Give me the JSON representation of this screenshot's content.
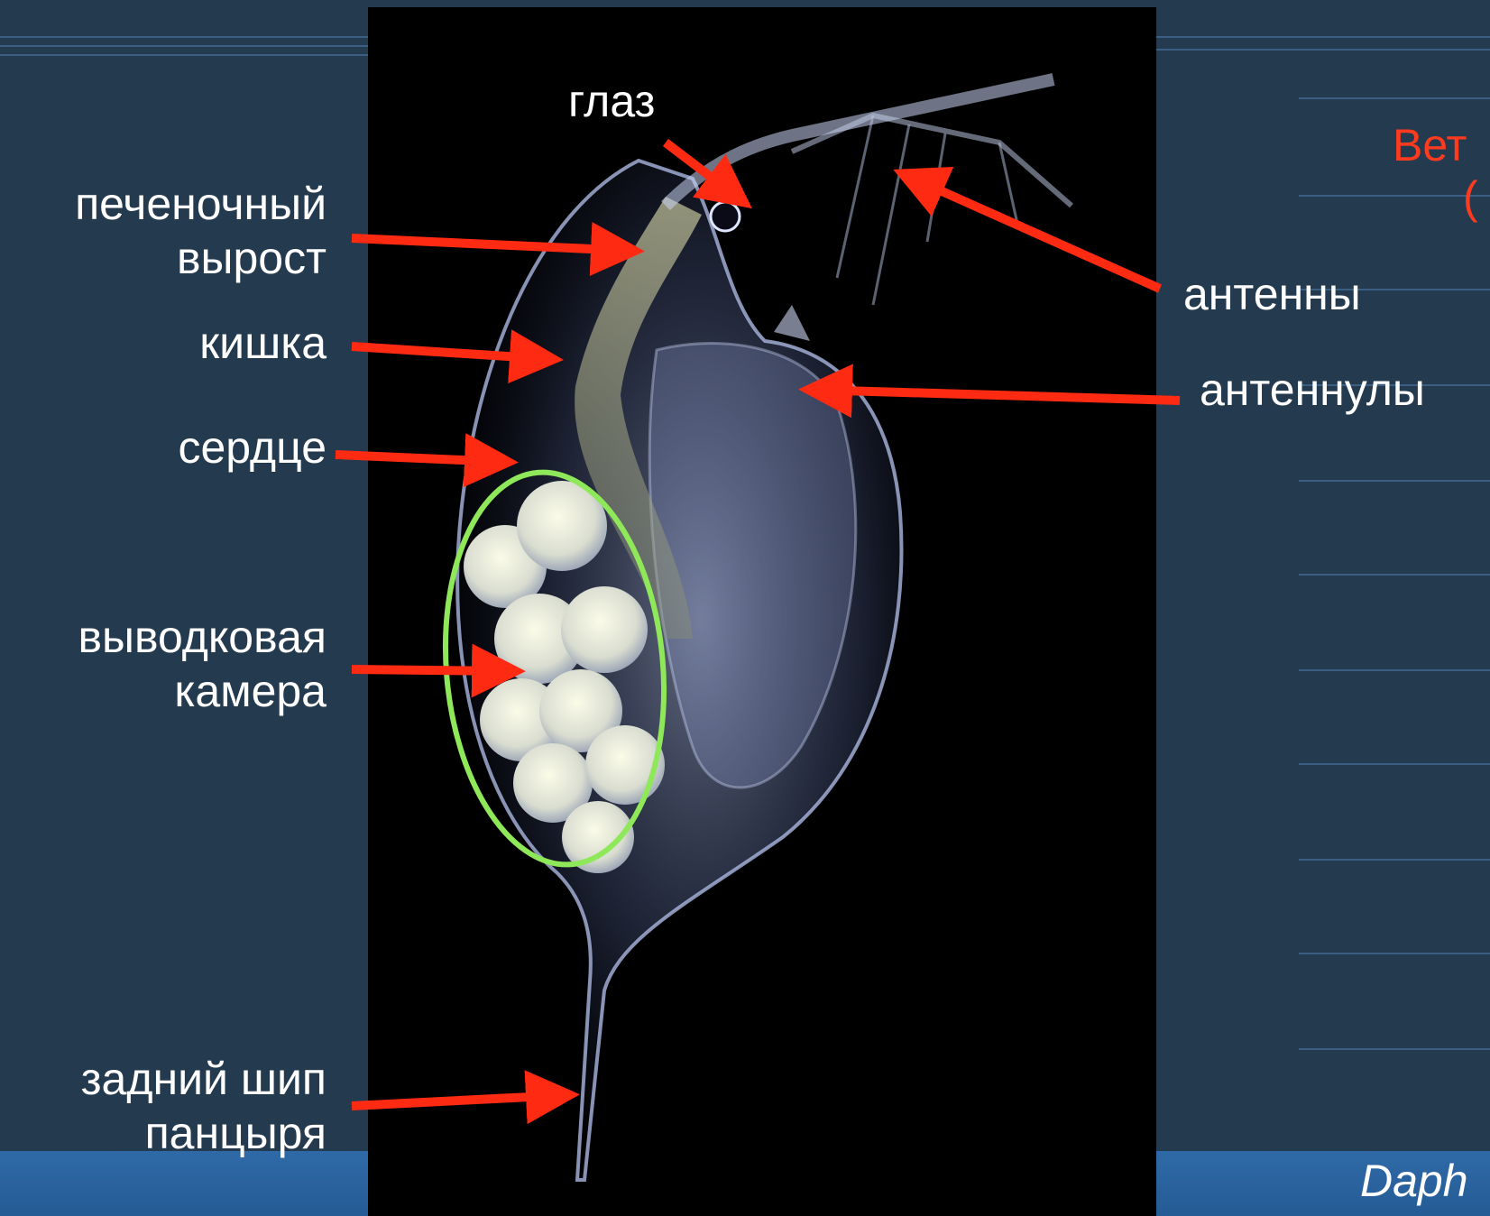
{
  "slide": {
    "title_partial": "Вет",
    "title_partial_2": "(",
    "species_caption": "Daph"
  },
  "labels": {
    "eye": "глаз",
    "hepatic_caecum": [
      "печеночный",
      "вырост"
    ],
    "intestine": "кишка",
    "heart": "сердце",
    "brood_chamber": [
      "выводковая",
      "камера"
    ],
    "tail_spine": [
      "задний шип",
      "панцыря"
    ],
    "antennae": "антенны",
    "antennules": "антеннулы"
  },
  "colors": {
    "arrow": "#ff2a12",
    "brood_outline": "#8ee85a",
    "background": "#243a4e",
    "title_accent": "#ff3b1f"
  }
}
